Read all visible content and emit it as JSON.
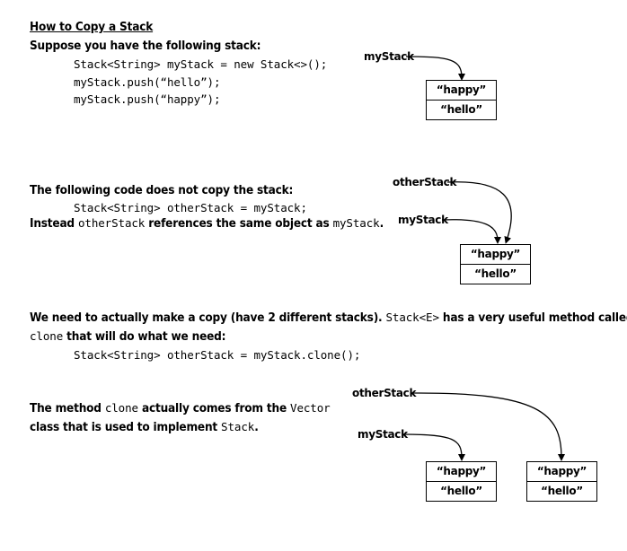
{
  "title": "How to Copy a Stack",
  "section1": {
    "intro": "Suppose you have the following stack:",
    "code": [
      "Stack<String> myStack = new Stack<>();",
      "myStack.push(“hello”);",
      "myStack.push(“happy”);"
    ],
    "diagram": {
      "label": "myStack",
      "stack": [
        "“happy”",
        "“hello”"
      ]
    }
  },
  "section2": {
    "line1_pre": "The following code ",
    "line1_bold": "does not",
    "line1_post": " copy the stack:",
    "code": "Stack<String> otherStack = myStack;",
    "line2_a": "Instead ",
    "line2_code1": "otherStack",
    "line2_b": " references the same object as ",
    "line2_code2": "myStack",
    "line2_c": ".",
    "diagram": {
      "label1": "otherStack",
      "label2": "myStack",
      "stack": [
        "“happy”",
        "“hello”"
      ]
    }
  },
  "section3": {
    "line1_a": "We need to actually make a copy (have 2 different stacks). ",
    "line1_code": "Stack<E>",
    "line1_b": " has a very useful method called",
    "line2_code": "clone",
    "line2_b": " that will do what we need:",
    "code": "Stack<String> otherStack = myStack.clone();"
  },
  "section4": {
    "line1_a": "The method ",
    "line1_code": "clone",
    "line1_b": " actually comes from the ",
    "line1_code2": "Vector",
    "line2_a": "class that is used to implement ",
    "line2_code": "Stack",
    "line2_b": ".",
    "diagram": {
      "label1": "otherStack",
      "label2": "myStack",
      "stack1": [
        "“happy”",
        "“hello”"
      ],
      "stack2": [
        "“happy”",
        "“hello”"
      ]
    }
  }
}
